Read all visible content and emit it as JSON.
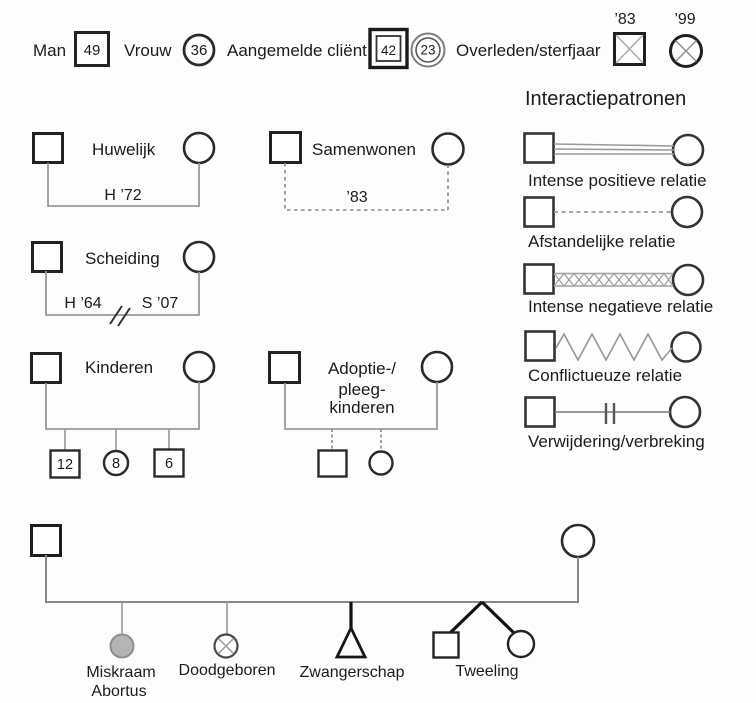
{
  "legend": {
    "man_label": "Man",
    "man_age": "49",
    "vrouw_label": "Vrouw",
    "vrouw_age": "36",
    "client_label": "Aangemelde cliënt",
    "client_male_age": "42",
    "client_female_age": "23",
    "deceased_label": "Overleden/sterfjaar",
    "deceased_male_year": "’83",
    "deceased_female_year": "’99"
  },
  "relationships": {
    "huwelijk": {
      "title": "Huwelijk",
      "year_label": "H ’72"
    },
    "samenwonen": {
      "title": "Samenwonen",
      "year_label": "’83"
    },
    "scheiding": {
      "title": "Scheiding",
      "marriage_label": "H ’64",
      "separation_label": "S ’07"
    },
    "kinderen": {
      "title": "Kinderen",
      "child_ages": [
        "12",
        "8",
        "6"
      ]
    },
    "adoptie": {
      "title_lines": [
        "Adoptie-/",
        "pleeg-",
        "kinderen"
      ]
    }
  },
  "interaction_patterns": {
    "title": "Interactiepatronen",
    "rows": [
      {
        "label": "Intense positieve relatie"
      },
      {
        "label": "Afstandelijke relatie"
      },
      {
        "label": "Intense negatieve relatie"
      },
      {
        "label": "Conflictueuze relatie"
      },
      {
        "label": "Verwijdering/verbreking"
      }
    ]
  },
  "pregnancy_symbols": {
    "miskraam_line1": "Miskraam",
    "miskraam_line2": "Abortus",
    "doodgeboren": "Doodgeboren",
    "zwangerschap": "Zwangerschap",
    "tweeling": "Tweeling"
  },
  "colors": {
    "symbol_stroke": "#222222",
    "line_gray": "#999999",
    "text": "#1b1b1b",
    "miskraam_fill": "#b4b4b4"
  }
}
